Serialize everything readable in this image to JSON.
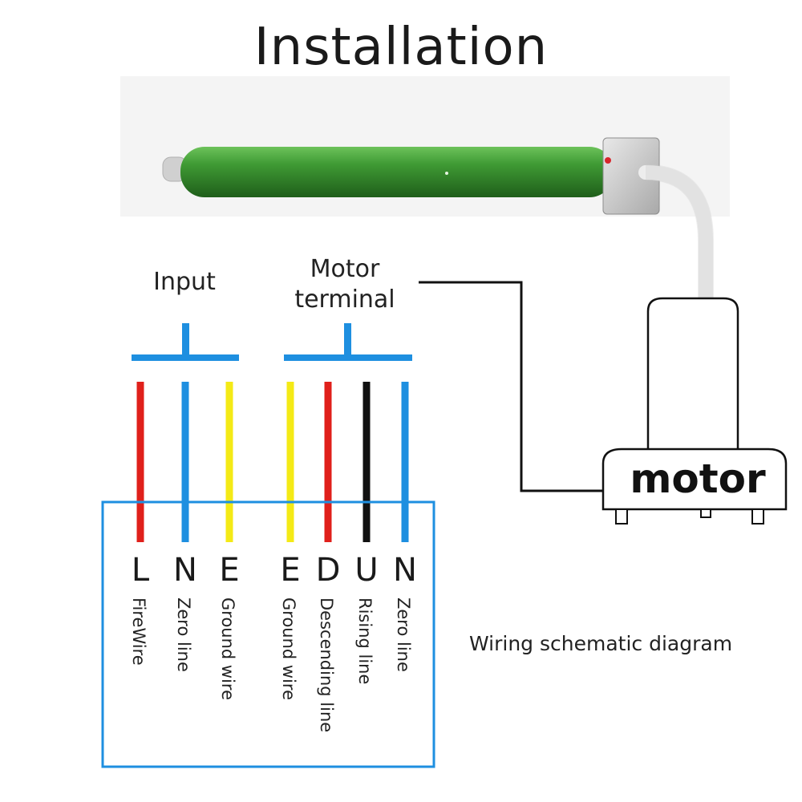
{
  "title": "Installation",
  "groups": {
    "input": "Input",
    "motor_terminal_line1": "Motor",
    "motor_terminal_line2": "terminal"
  },
  "terminals": [
    {
      "letter": "L",
      "desc": "FireWire",
      "color": "#e0201b"
    },
    {
      "letter": "N",
      "desc": "Zero line",
      "color": "#1e8fe0"
    },
    {
      "letter": "E",
      "desc": "Ground wire",
      "color": "#f4ea16"
    },
    {
      "letter": "E",
      "desc": "Ground wire",
      "color": "#f4ea16"
    },
    {
      "letter": "D",
      "desc": "Descending line",
      "color": "#e0201b"
    },
    {
      "letter": "U",
      "desc": "Rising line",
      "color": "#111111"
    },
    {
      "letter": "N",
      "desc": "Zero line",
      "color": "#1e8fe0"
    }
  ],
  "motor_label": "motor",
  "caption": "Wiring schematic diagram",
  "colors": {
    "bracket": "#1e8fe0",
    "tube": "#3f9a34",
    "box_border": "#1e8fe0"
  }
}
